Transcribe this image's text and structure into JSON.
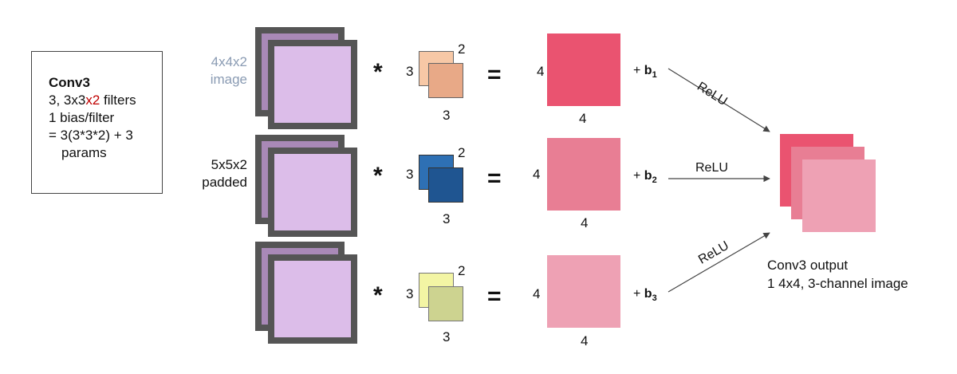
{
  "info": {
    "title": "Conv3",
    "line1_pre": "3, 3x3",
    "line1_red": "x2",
    "line1_post": " filters",
    "line2": "1 bias/filter",
    "line3": "= 3(3*3*2) + 3",
    "line4": "params"
  },
  "input_labels": {
    "image_line1": "4x4x2",
    "image_line2": "image",
    "padded_line1": "5x5x2",
    "padded_line2": "padded"
  },
  "ops": {
    "convolve": "*",
    "equals": "="
  },
  "filter_dims": {
    "height": "3",
    "depth": "2",
    "width": "3"
  },
  "output_dims": {
    "height": "4",
    "width": "4"
  },
  "rows": [
    {
      "bias": "b",
      "bias_sub": "1",
      "filter_back": "#f7c8a6",
      "filter_front": "#e8a987",
      "output_color": "#ea5370"
    },
    {
      "bias": "b",
      "bias_sub": "2",
      "filter_back": "#2e70b4",
      "filter_front": "#1f5591",
      "output_color": "#e87e94"
    },
    {
      "bias": "b",
      "bias_sub": "3",
      "filter_back": "#f3f5a4",
      "filter_front": "#cdd390",
      "output_color": "#eea1b4"
    }
  ],
  "activation": "ReLU",
  "output": {
    "line1": "Conv3 output",
    "line2": "1 4x4, 3-channel image",
    "colors": [
      "#ea5370",
      "#e87e94",
      "#eea1b4"
    ]
  },
  "colors": {
    "volume_border": "#555555",
    "volume_back": "#a989b7",
    "volume_front": "#dcbde9",
    "arrow": "#444444"
  }
}
